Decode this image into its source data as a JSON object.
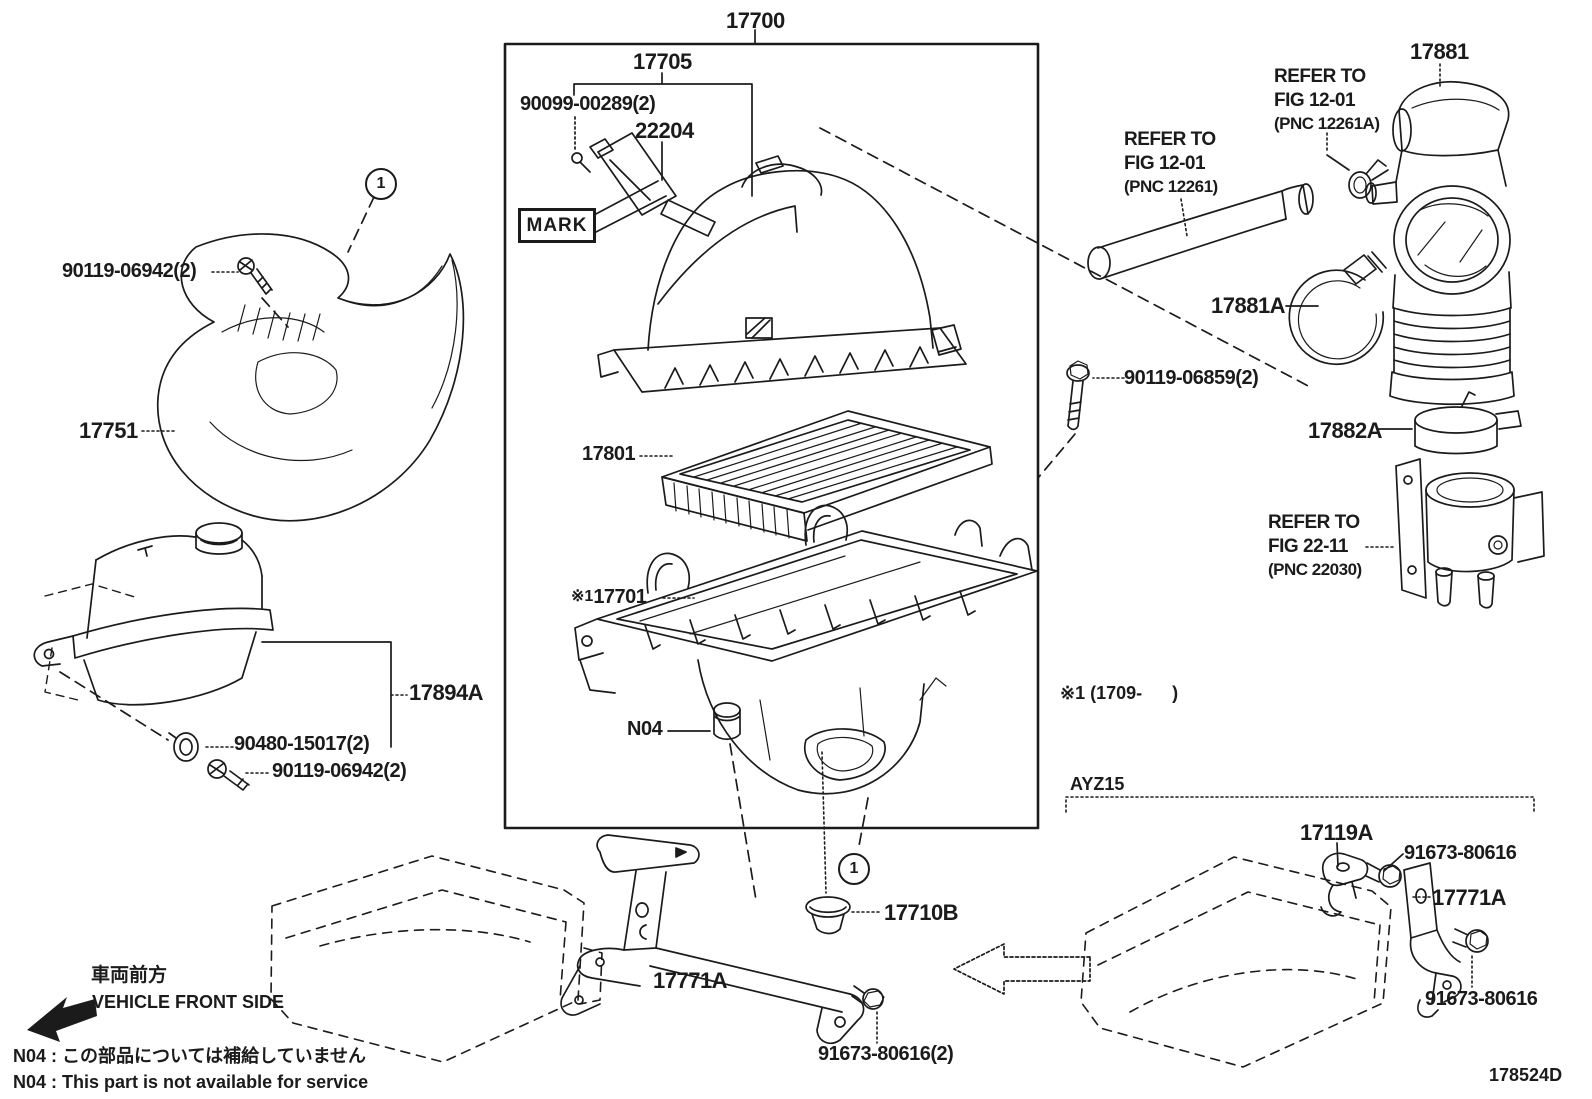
{
  "page": {
    "background": "#ffffff",
    "ink": "#1b1b1b",
    "diagram_code": "178524D"
  },
  "callout": {
    "label": "1"
  },
  "main_assembly": {
    "assembly_no": "17700",
    "cap_assembly_no": "17705",
    "screw_no": "90099-00289(2)",
    "maf_sensor_no": "22204",
    "mark_label": "MARK",
    "filter_no": "17801",
    "case_prefix": "※1",
    "case_no": "17701",
    "cushion_tag": "N04"
  },
  "left_side": {
    "bolt_upper_no": "90119-06942(2)",
    "inlet_duct_no": "17751",
    "tank_no": "17894A",
    "grommet_no": "90480-15017(2)",
    "bolt_lower_no": "90119-06942(2)"
  },
  "right_side": {
    "hose_no": "17881",
    "refer_fig1201_a": {
      "l1": "REFER TO",
      "l2": "FIG 12-01",
      "l3": "(PNC 12261A)"
    },
    "refer_fig1201_b": {
      "l1": "REFER TO",
      "l2": "FIG 12-01",
      "l3": "(PNC 12261)"
    },
    "clamp_upper_no": "17881A",
    "bolt_no": "90119-06859(2)",
    "clamp_lower_no": "17882A",
    "refer_fig2211": {
      "l1": "REFER TO",
      "l2": "FIG 22-11",
      "l3": "(PNC 22030)"
    }
  },
  "bottom_center": {
    "grommet_no": "17710B",
    "bracket_no": "17771A",
    "bolt_no": "91673-80616(2)"
  },
  "variant_section": {
    "applicability_note": "※1 (1709-      )",
    "variant_code": "AYZ15",
    "clamp_no": "17119A",
    "bolt_a_no": "91673-80616",
    "bracket_no": "17771A",
    "bolt_b_no": "91673-80616"
  },
  "footer": {
    "front_side_jp": "車両前方",
    "front_side_en": "VEHICLE FRONT SIDE",
    "n04_note_jp": "N04 : この部品については補給していません",
    "n04_note_en": "N04 : This part is not available for service",
    "diagram_code": "178524D"
  }
}
